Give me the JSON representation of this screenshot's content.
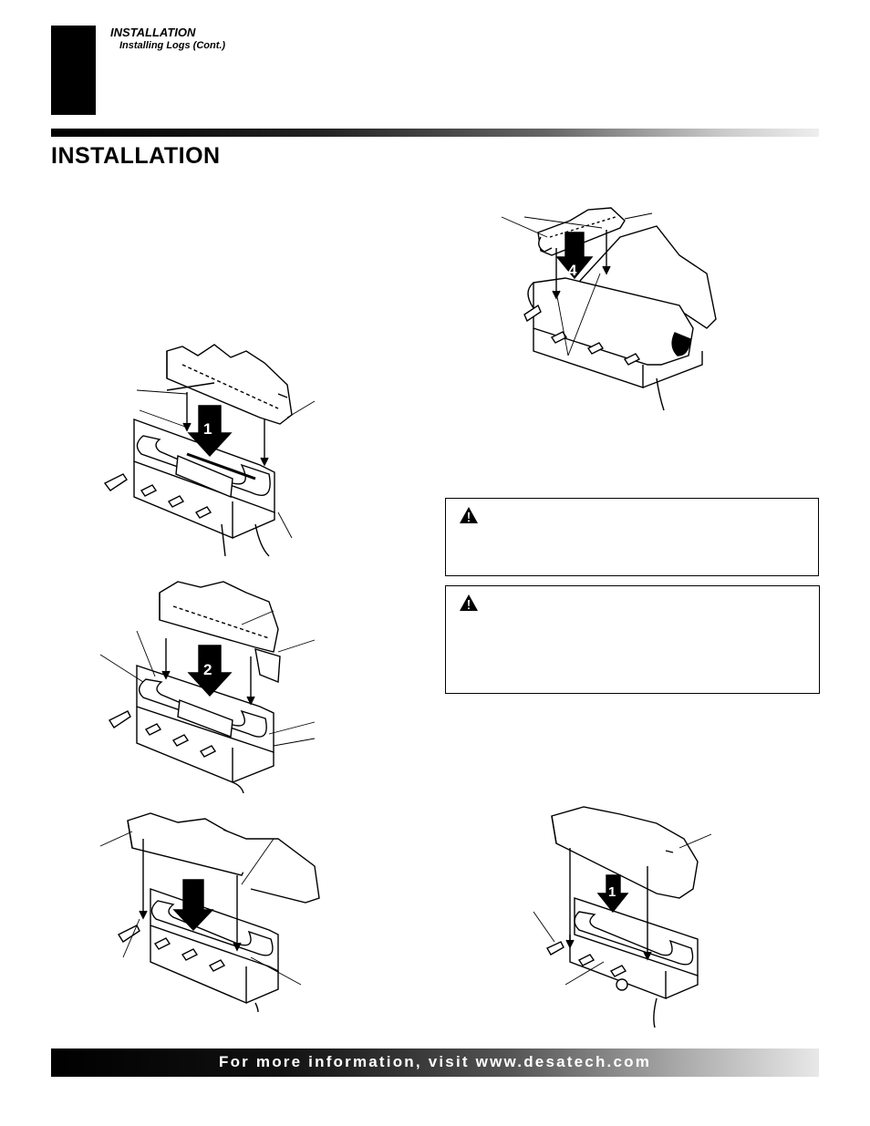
{
  "header": {
    "section": "INSTALLATION",
    "subsection": "Installing Logs (Cont.)"
  },
  "page_title": "INSTALLATION",
  "figures": {
    "step1": {
      "number": "1"
    },
    "step2": {
      "number": "2"
    },
    "step4": {
      "number": "4"
    },
    "alt_step1": {
      "number": "1"
    }
  },
  "warnings": [
    {
      "icon": "warning-triangle-icon"
    },
    {
      "icon": "warning-triangle-icon"
    }
  ],
  "footer": {
    "text": "For more information, visit www.desatech.com"
  },
  "colors": {
    "ink": "#000000",
    "footer_text": "#ffffff"
  }
}
